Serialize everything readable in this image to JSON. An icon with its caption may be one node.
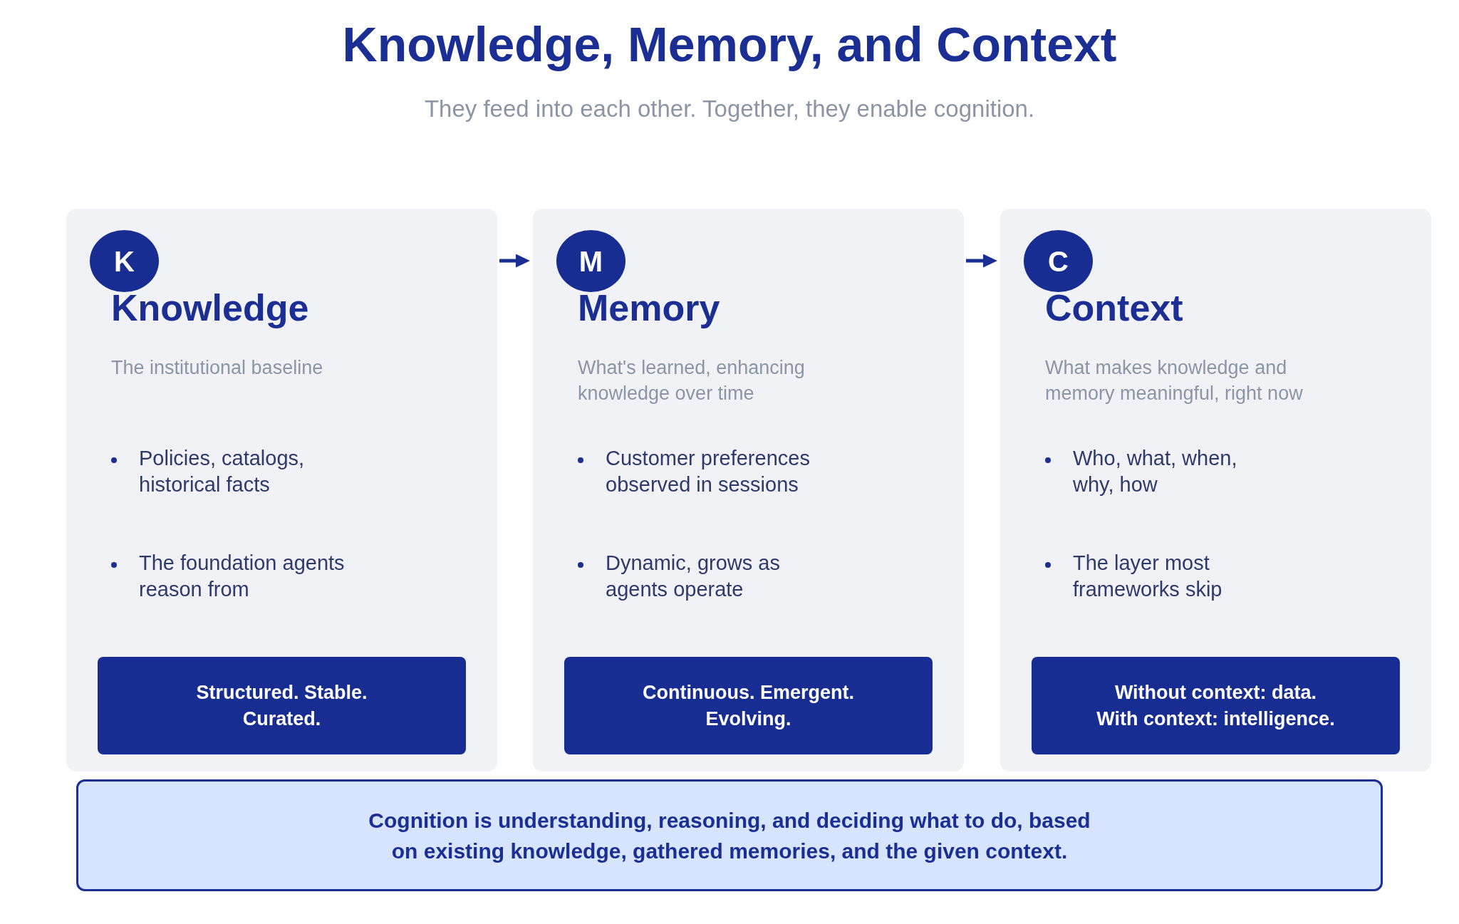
{
  "diagram": {
    "title": "Knowledge, Memory, and Context",
    "nodes": [
      {
        "text": [
          "Knowledge",
          "The institutional baseline",
          "Policies, catalogs, historical facts",
          "The foundation agents reason from"
        ]
      },
      {
        "text": [
          "K"
        ],
        "in": 0
      },
      {
        "text": [
          "Structured. Stable. Curated."
        ],
        "in": 0
      },
      {
        "text": [
          "Memory",
          "What's learned, enhancing knowledge over time",
          "Customer preferences observed in sessions",
          "Dynamic, grows as agents operate"
        ]
      },
      {
        "text": [
          "M"
        ],
        "in": 3
      },
      {
        "text": [
          "Continuous. Emergent. Evolving."
        ],
        "in": 3
      },
      {
        "text": [
          "Context",
          "What makes knowledge and memory meaningful, right now",
          "Who, what, when, why, how",
          "The layer most frameworks skip"
        ]
      },
      {
        "text": [
          "C"
        ],
        "in": 6
      },
      {
        "text": [
          "Without context: data. With context: intelligence."
        ],
        "in": 6
      },
      {
        "text": [
          "Cognition is understanding, reasoning, and deciding what to do, based on existing knowledge, gathered memories, and the given context."
        ]
      }
    ],
    "edges": [
      {
        "from": 0,
        "to": 3,
        "arrow": "to"
      },
      {
        "from": 3,
        "to": 6,
        "arrow": "to"
      }
    ],
    "labels": [
      "They feed into each other. Together, they enable cognition."
    ]
  }
}
